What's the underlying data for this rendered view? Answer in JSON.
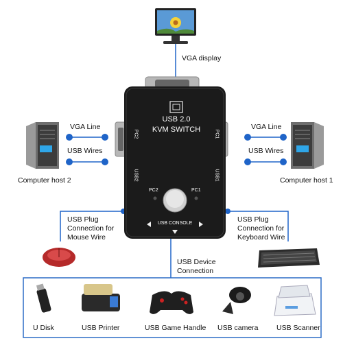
{
  "switch": {
    "title_line1": "USB 2.0",
    "title_line2": "KVM SWITCH",
    "left_port": "PC2",
    "right_port": "PC1",
    "left_usb": "USB2",
    "right_usb": "USB1",
    "led_left": "PC2",
    "led_right": "PC1",
    "console": "USB CONSOLE"
  },
  "labels": {
    "vga_display": "VGA display",
    "vga_line_left": "VGA Line",
    "usb_wires_left": "USB Wires",
    "vga_line_right": "VGA Line",
    "usb_wires_right": "USB Wires",
    "host2": "Computer host 2",
    "host1": "Computer host 1",
    "mouse_conn": "USB Plug\nConnection for\nMouse Wire",
    "keyboard_conn": "USB Plug\nConnection for\nKeyboard Wire",
    "usb_device": "USB Device\nConnection"
  },
  "devices": [
    {
      "label": "U Disk",
      "icon": "usb-disk-icon"
    },
    {
      "label": "USB Printer",
      "icon": "printer-icon"
    },
    {
      "label": "USB Game Handle",
      "icon": "gamepad-icon"
    },
    {
      "label": "USB camera",
      "icon": "camera-icon"
    },
    {
      "label": "USB Scanner",
      "icon": "scanner-icon"
    }
  ],
  "colors": {
    "connector_blue": "#1f64c8",
    "frame_blue": "#2b6cc6",
    "switch_body": "#1b1b1b"
  }
}
